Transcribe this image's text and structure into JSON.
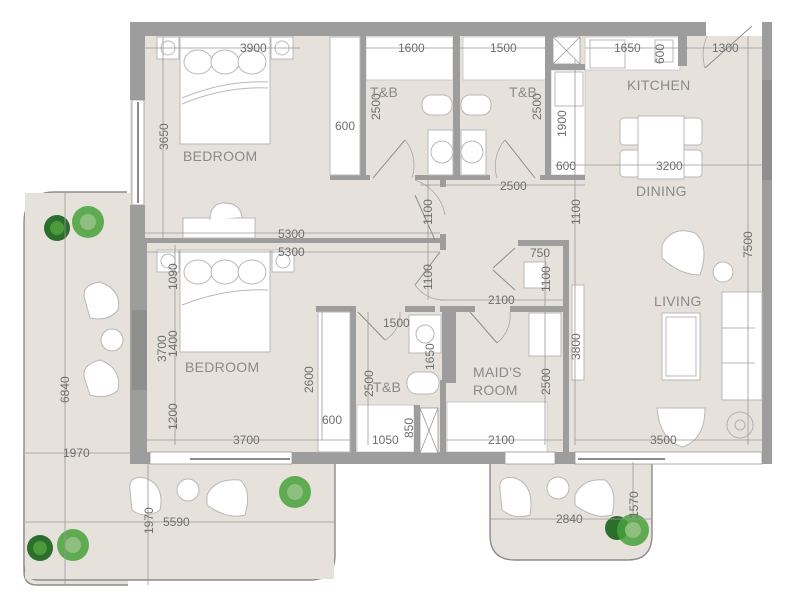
{
  "plan": {
    "type": "apartment floor plan",
    "colors": {
      "floor": "#e6e1db",
      "wall": "#9d9d9d",
      "furniture": "#ffffff",
      "text": "#8a8a8a",
      "plant_green": "#2e8b2e"
    }
  },
  "rooms": {
    "bedroom1": {
      "label": "BEDROOM"
    },
    "bedroom2": {
      "label": "BEDROOM"
    },
    "tb1": {
      "label": "T&B"
    },
    "tb2": {
      "label": "T&B"
    },
    "tb3": {
      "label": "T&B"
    },
    "kitchen": {
      "label": "KITCHEN"
    },
    "dining": {
      "label": "DINING"
    },
    "living": {
      "label": "LIVING"
    },
    "maids": {
      "label_line1": "MAID'S",
      "label_line2": "ROOM"
    }
  },
  "dimensions": {
    "bed1_width": "3900",
    "bed1_depth": "3650",
    "bed1_wardrobe": "600",
    "tb1_width": "1600",
    "tb1_depth": "2500",
    "tb2_width": "1500",
    "tb2_depth": "2500",
    "kitchen_width": "1650",
    "kitchen_counter_depth": "600",
    "kitchen_counter_length": "1900",
    "kitchen_side_counter": "600",
    "entry_width": "1300",
    "dining_width": "3200",
    "corridor_top": "2500",
    "corridor_left_door": "1100",
    "corridor_right": "1100",
    "hall_length_top": "5300",
    "hall_length_bottom": "5300",
    "corridor_lower_door": "1100",
    "store_width": "750",
    "store_depth": "1100",
    "corridor_lower": "2100",
    "living_depth": "7500",
    "living_tv_wall": "3800",
    "living_width": "3500",
    "bed2_headboard": "1090",
    "bed2_depth_a": "3700",
    "bed2_depth_b": "1400",
    "bed2_lower": "1200",
    "bed2_width": "3700",
    "bed2_wardrobe_len": "2600",
    "bed2_wardrobe": "600",
    "tb3_width": "1500",
    "tb3_depth": "2500",
    "tb3_vanity": "1650",
    "tb3_shower_w": "1050",
    "tb3_shower_d": "850",
    "maids_depth": "2500",
    "maids_width": "2100",
    "terrace_left_length": "6840",
    "terrace_left_width": "1970",
    "terrace_bottom_length": "5590",
    "terrace_bottom_width": "1970",
    "terrace_right_length": "2840",
    "terrace_right_width": "1570"
  }
}
